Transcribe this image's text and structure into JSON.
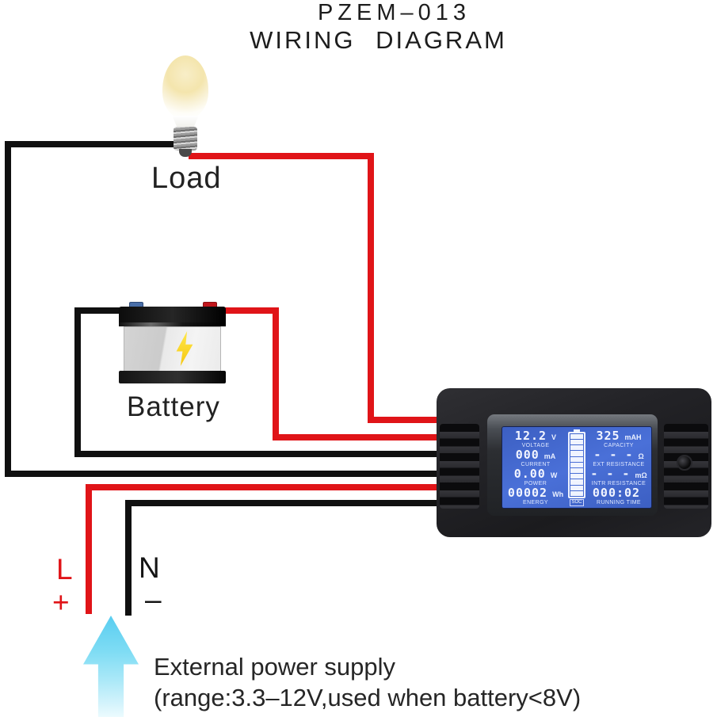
{
  "title": {
    "line1": "PZEM–013",
    "line2": "WIRING DIAGRAM"
  },
  "labels": {
    "load": "Load",
    "battery": "Battery"
  },
  "terminals": {
    "live_letter": "L",
    "live_sign": "+",
    "neutral_letter": "N",
    "neutral_sign": "–"
  },
  "external_supply": {
    "line1": "External power supply",
    "line2": "(range:3.3–12V,used when battery<8V)"
  },
  "meter": {
    "lcd": {
      "left": [
        {
          "value": "12.2",
          "unit": "V",
          "label": "VOLTAGE"
        },
        {
          "value": "000",
          "unit": "mA",
          "label": "CURRENT"
        },
        {
          "value": "0.00",
          "unit": "W",
          "label": "POWER"
        },
        {
          "value": "00002",
          "unit": "Wh",
          "label": "ENERGY"
        }
      ],
      "right": [
        {
          "value": "325",
          "unit": "mAH",
          "label": "CAPACITY"
        },
        {
          "value": "- - -",
          "unit": "Ω",
          "label": "EXT RESISTANCE"
        },
        {
          "value": "- - -",
          "unit": "mΩ",
          "label": "INTR RESISTANCE"
        },
        {
          "value": "000:02",
          "unit": "",
          "label": "RUNNING TIME"
        }
      ],
      "soc_label": "SOC",
      "battery_gauge_segments": 11
    }
  },
  "colors": {
    "wire_red": "#e01418",
    "wire_black": "#101010",
    "lcd_blue": "#4468d2",
    "arrow_cyan": "#63d2f1",
    "bolt_yellow": "#f9d92b"
  }
}
